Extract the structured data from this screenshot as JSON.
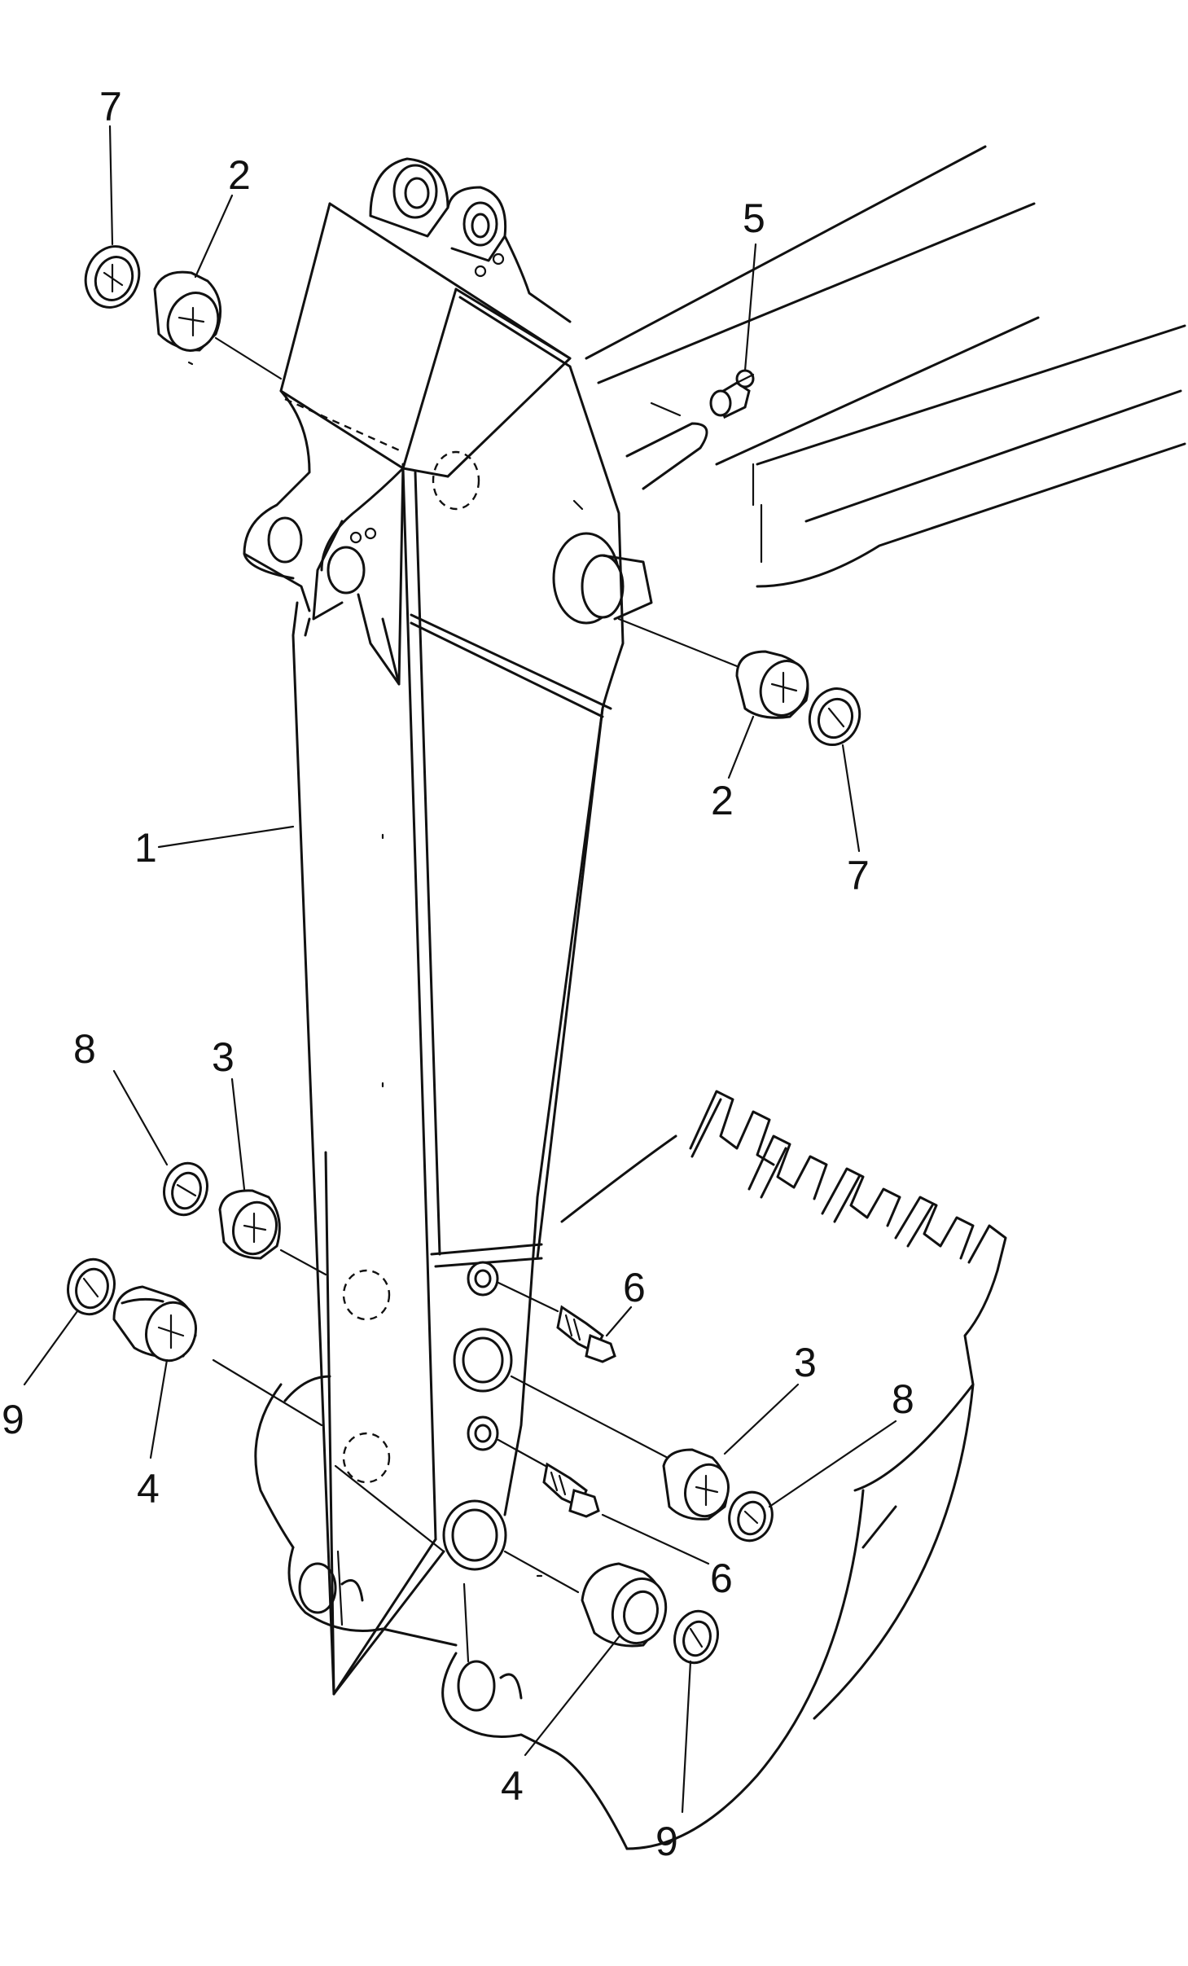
{
  "diagram": {
    "callouts": [
      {
        "id": "c7a",
        "label": "7"
      },
      {
        "id": "c2a",
        "label": "2"
      },
      {
        "id": "c5",
        "label": "5"
      },
      {
        "id": "c2b",
        "label": "2"
      },
      {
        "id": "c7b",
        "label": "7"
      },
      {
        "id": "c1",
        "label": "1"
      },
      {
        "id": "c8a",
        "label": "8"
      },
      {
        "id": "c3a",
        "label": "3"
      },
      {
        "id": "c9a",
        "label": "9"
      },
      {
        "id": "c4a",
        "label": "4"
      },
      {
        "id": "c6a",
        "label": "6"
      },
      {
        "id": "c3b",
        "label": "3"
      },
      {
        "id": "c8b",
        "label": "8"
      },
      {
        "id": "c6b",
        "label": "6"
      },
      {
        "id": "c4b",
        "label": "4"
      },
      {
        "id": "c9b",
        "label": "9"
      }
    ]
  }
}
